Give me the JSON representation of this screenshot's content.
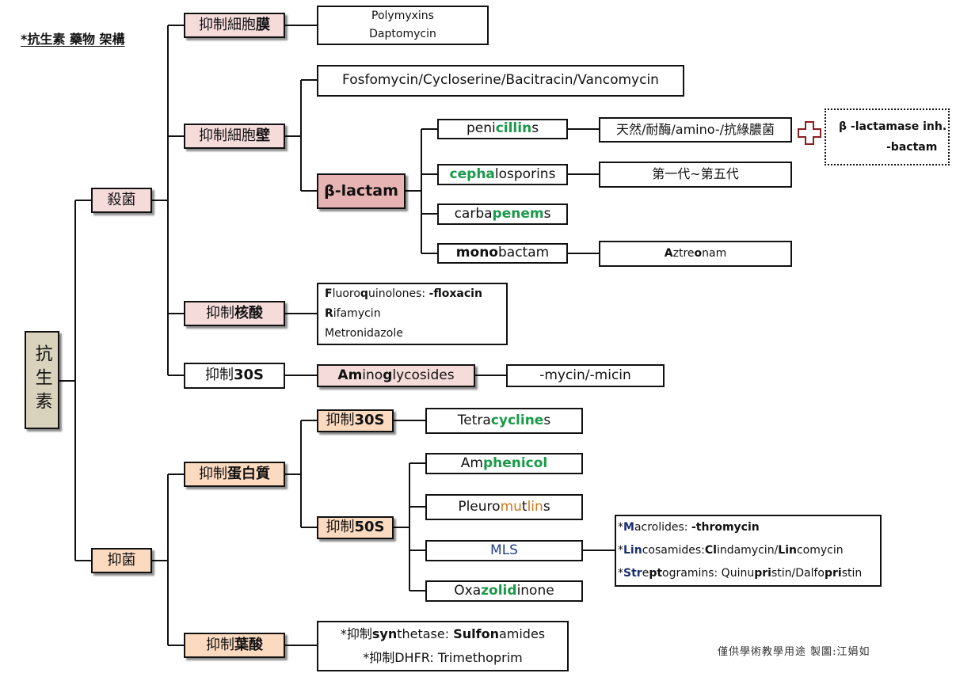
{
  "title": "*抗生素 藥物 架構",
  "root": "抗生素",
  "kill": {
    "label": "殺菌"
  },
  "inhibit": {
    "label": "抑菌"
  },
  "membrane": {
    "label_a": "抑制細胞",
    "label_b": "膜",
    "drugs": [
      "Polymyxins",
      "Daptomycin"
    ]
  },
  "wall": {
    "label_a": "抑制細胞",
    "label_b": "壁",
    "others": "Fosfomycin/Cycloserine/Bacitracin/Vancomycin",
    "beta_lactam": "β-lactam",
    "penicillins": {
      "a": "peni",
      "b": "cillin",
      "c": "s",
      "detail": "天然/耐酶/amino-/抗綠膿菌"
    },
    "cephalosporins": {
      "a": "cepha",
      "b": "losporins",
      "detail": "第一代~第五代"
    },
    "carbapenems": {
      "a": "carba",
      "b": "penem",
      "c": "s"
    },
    "monobactam": {
      "a": "mono",
      "b": "bactam",
      "detail_a": "A",
      "detail_b": "ztre",
      "detail_c": "o",
      "detail_d": "nam"
    },
    "inhibitor_a": "β -lactamase inh.",
    "inhibitor_b": "-bactam"
  },
  "nucleic": {
    "label_a": "抑制",
    "label_b": "核酸",
    "fq_a": "F",
    "fq_b": "luoro",
    "fq_c": "q",
    "fq_d": "uinolones: ",
    "fq_e": "-floxacin",
    "rif_a": "R",
    "rif_b": "ifamycin",
    "metro": "Metronidazole"
  },
  "s30_kill": {
    "label_a": "抑制",
    "label_b": "30S",
    "amino_a": "Am",
    "amino_b": "ino",
    "amino_c": "g",
    "amino_d": "lycosides",
    "suffix": "-mycin/-micin"
  },
  "protein": {
    "label_a": "抑制",
    "label_b": "蛋白質",
    "s30": {
      "a": "抑制",
      "b": "30S"
    },
    "tetra": {
      "a": "Tetra",
      "b": "cycline",
      "c": "s"
    },
    "s50": {
      "a": "抑制",
      "b": "50S"
    },
    "amphenicol": {
      "a": "Am",
      "b": "phenicol"
    },
    "pleuro": {
      "a": "Pleuro",
      "b": "mu",
      "c": "t",
      "d": "lin",
      "e": "s"
    },
    "mls": "MLS",
    "macro": {
      "a": "*",
      "b": "M",
      "c": "acrolides: ",
      "d": "-thromycin"
    },
    "linco": {
      "a": "*",
      "b": "Lin",
      "c": "cosamides:",
      "d": "Cl",
      "e": "in",
      "f": "damycin/",
      "g": "Lin",
      "h": "comycin"
    },
    "strepto": {
      "a": "*",
      "b": "Str",
      "c": "e",
      "d": "pt",
      "e": "ogramins: Quinu",
      "f": "pri",
      "g": "stin/Dalfo",
      "h": "pri",
      "i": "stin"
    },
    "oxa": {
      "a": "Oxa",
      "b": "zolid",
      "c": "inone"
    }
  },
  "folate": {
    "label_a": "抑制",
    "label_b": "葉酸",
    "sulfa": {
      "a": "*抑制",
      "b": "syn",
      "c": "thetase: ",
      "d": "Sulfon",
      "e": "amides"
    },
    "tmp": "*抑制DHFR: Trimethoprim"
  },
  "credit": "僅供學術教學用途 製圖:江娟如",
  "colors": {
    "green": "#1a9a48",
    "orange": "#c8791a",
    "navy": "#1b2f6e",
    "pink": "#f5dcdb",
    "peach": "#fbdac0"
  }
}
